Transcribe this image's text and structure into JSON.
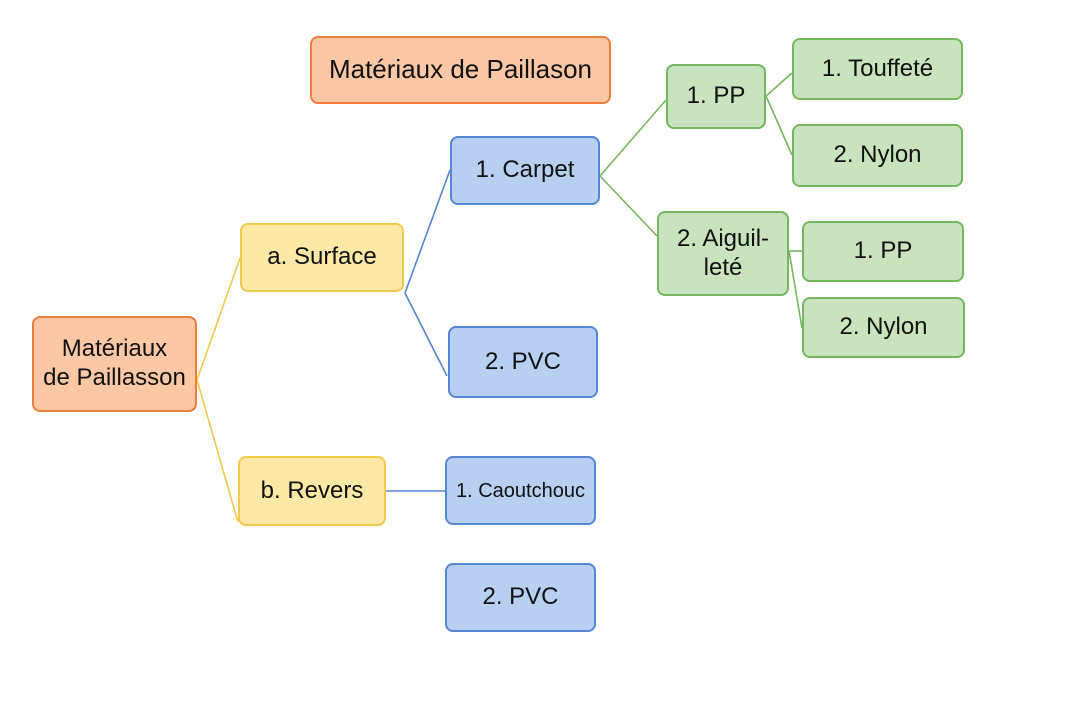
{
  "colors": {
    "orange_fill": "#fbc7a4",
    "orange_border": "#ef7e3b",
    "yellow_fill": "#fde8a6",
    "yellow_border": "#f4c84a",
    "blue_fill": "#b8cff1",
    "blue_border": "#5387d3",
    "green_fill": "#c8e3bd",
    "green_border": "#74b75f"
  },
  "nodes": {
    "title": "Matériaux de Paillason",
    "root": "Matériaux\nde Paillasson",
    "surface": "a. Surface",
    "revers": "b. Revers",
    "carpet": "1. Carpet",
    "pvc_surface": "2. PVC",
    "caoutchouc": "1. Caoutchouc",
    "pvc_revers": "2. PVC",
    "pp": "1. PP",
    "touffete": "1. Touffeté",
    "nylon_pp": "2. Nylon",
    "aiguillete": "2. Aiguil-\nleté",
    "pp_aiguillete": "1. PP",
    "nylon_aiguillete": "2. Nylon"
  }
}
